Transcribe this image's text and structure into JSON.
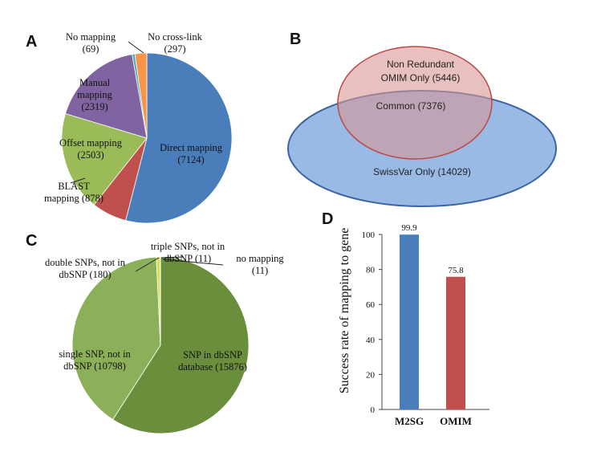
{
  "panels": {
    "a": "A",
    "b": "B",
    "c": "C",
    "d": "D"
  },
  "chart_data": [
    {
      "type": "pie",
      "categories": [
        "Direct mapping",
        "BLAST mapping",
        "Offset mapping",
        "Manual mapping",
        "No mapping",
        "No cross-link"
      ],
      "values": [
        7124,
        878,
        2503,
        2319,
        69,
        297
      ],
      "colors": [
        "#4a7ebb",
        "#c0504d",
        "#9bbb59",
        "#8064a2",
        "#4bacc6",
        "#f79646"
      ],
      "labels": [
        [
          "Direct mapping",
          "(7124)"
        ],
        [
          "BLAST",
          "mapping (878)"
        ],
        [
          "Offset mapping",
          "(2503)"
        ],
        [
          "Manual",
          "mapping",
          "(2319)"
        ],
        [
          "No mapping",
          "(69)"
        ],
        [
          "No cross-link",
          "(297)"
        ]
      ]
    },
    {
      "type": "venn",
      "sets": [
        {
          "name": "Non Redundant OMIM Only",
          "value": 5446,
          "color": "#d99694"
        },
        {
          "name": "SwissVar Only",
          "value": 14029,
          "color": "#8db3e2"
        }
      ],
      "intersection": {
        "name": "Common",
        "value": 7376
      },
      "labels": {
        "omim": [
          "Non Redundant",
          "OMIM Only (5446)"
        ],
        "common": "Common (7376)",
        "swissvar": "SwissVar Only (14029)"
      }
    },
    {
      "type": "pie",
      "categories": [
        "SNP in dbSNP database",
        "single SNP, not in dbSNP",
        "double SNPs, not in dbSNP",
        "triple SNPs, not in dbSNP",
        "no mapping"
      ],
      "values": [
        15876,
        10798,
        180,
        11,
        11
      ],
      "colors": [
        "#6b8e3c",
        "#8cb05a",
        "#d4e34a",
        "#f2ea3c",
        "#2e3b1a"
      ],
      "labels": [
        [
          "SNP in dbSNP",
          "database (15876)"
        ],
        [
          "single SNP, not in",
          "dbSNP (10798)"
        ],
        [
          "double SNPs, not in",
          "dbSNP (180)"
        ],
        [
          "triple SNPs, not in",
          "dbSNP (11)"
        ],
        [
          "no mapping",
          "(11)"
        ]
      ]
    },
    {
      "type": "bar",
      "categories": [
        "M2SG",
        "OMIM"
      ],
      "values": [
        99.9,
        75.8
      ],
      "value_labels": [
        "99.9",
        "75.8"
      ],
      "colors": [
        "#4a7ebb",
        "#c0504d"
      ],
      "ylabel": "Success rate of mapping to gene",
      "ylim": [
        0,
        100
      ],
      "yticks": [
        "0",
        "20",
        "40",
        "60",
        "80",
        "100"
      ]
    }
  ]
}
